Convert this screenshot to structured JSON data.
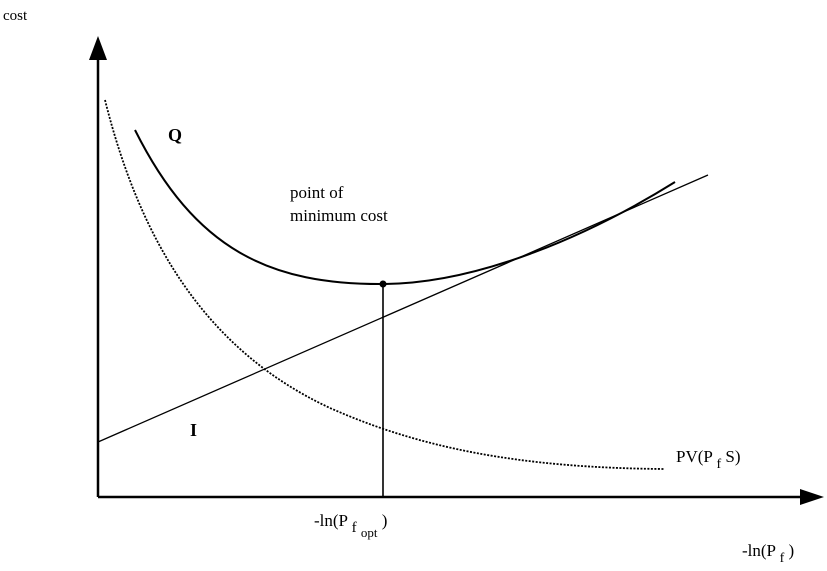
{
  "diagram": {
    "y_axis_label": "cost",
    "x_axis_label_main": "-ln(P",
    "x_axis_label_sub": "f",
    "x_axis_label_end": ")",
    "curve_q_label": "Q",
    "curve_i_label": "I",
    "curve_pv_main": "PV(P",
    "curve_pv_sub": "f",
    "curve_pv_end": " S)",
    "annotation_line1": "point of",
    "annotation_line2": "minimum cost",
    "opt_label_main": "-ln(P",
    "opt_label_sub": "f",
    "opt_label_subsub": "opt",
    "opt_label_end": ")"
  },
  "colors": {
    "ink": "#000000",
    "background": "#ffffff"
  }
}
